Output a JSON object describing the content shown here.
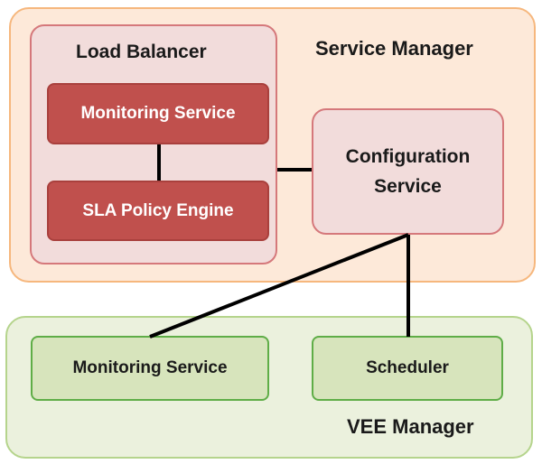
{
  "diagram": {
    "service_manager": {
      "label": "Service Manager"
    },
    "load_balancer": {
      "label": "Load Balancer",
      "monitoring_service": "Monitoring Service",
      "sla_policy_engine": "SLA Policy Engine"
    },
    "configuration_service": {
      "line1": "Configuration",
      "line2": "Service"
    },
    "vee_manager": {
      "label": "VEE Manager",
      "monitoring_service": "Monitoring Service",
      "scheduler": "Scheduler"
    }
  },
  "colors": {
    "service_manager_fill": "#fde9d9",
    "service_manager_border": "#f6b77d",
    "component_fill": "#f2dcdb",
    "component_border": "#d5787b",
    "red_box_fill": "#c0504d",
    "vee_manager_fill": "#ebf1dd",
    "vee_manager_border": "#b5d48c",
    "green_box_fill": "#d7e4bc",
    "green_box_border": "#5fad47",
    "connector": "#000000"
  }
}
